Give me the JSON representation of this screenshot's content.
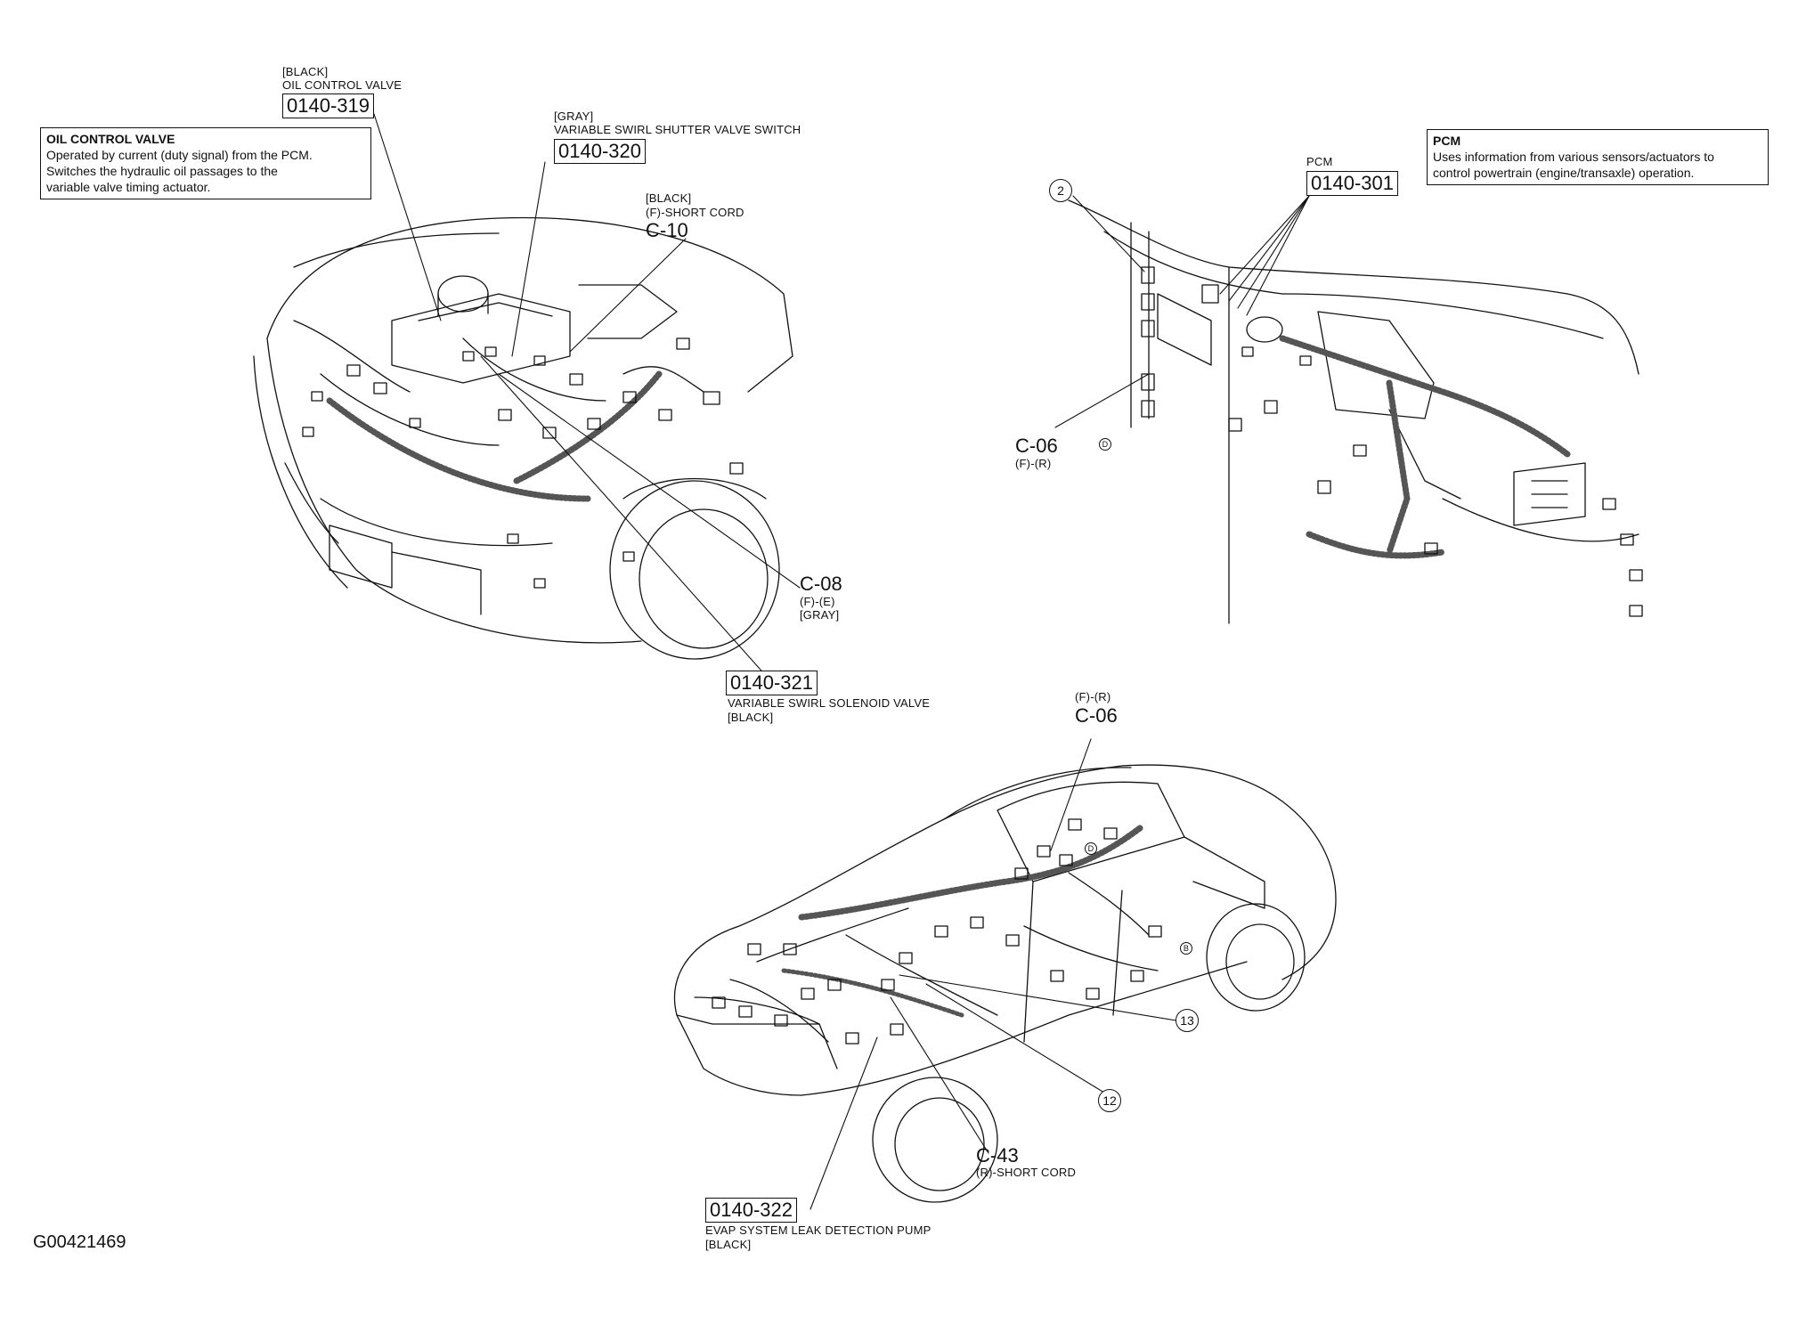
{
  "callouts": {
    "oil_control_valve": {
      "color": "[BLACK]",
      "name": "OIL CONTROL VALVE",
      "code": "0140-319"
    },
    "swirl_switch": {
      "color": "[GRAY]",
      "name": "VARIABLE SWIRL SHUTTER VALVE SWITCH",
      "code": "0140-320"
    },
    "c10": {
      "color": "[BLACK]",
      "sub": "(F)-SHORT CORD",
      "code": "C-10"
    },
    "pcm": {
      "name": "PCM",
      "code": "0140-301"
    },
    "c06_front": {
      "code": "C-06",
      "sub": "(F)-(R)"
    },
    "c08": {
      "code": "C-08",
      "sub": "(F)-(E)",
      "color": "[GRAY]"
    },
    "swirl_solenoid": {
      "code": "0140-321",
      "name": "VARIABLE SWIRL SOLENOID VALVE",
      "color": "[BLACK]"
    },
    "c06_rear": {
      "sub": "(F)-(R)",
      "code": "C-06"
    },
    "c43": {
      "code": "C-43",
      "sub": "(R)-SHORT CORD"
    },
    "evap": {
      "code": "0140-322",
      "name": "EVAP SYSTEM LEAK DETECTION PUMP",
      "color": "[BLACK]"
    }
  },
  "notes": {
    "ocv": {
      "title": "OIL CONTROL VALVE",
      "lines": [
        "Operated by current (duty signal) from the PCM.",
        "Switches the hydraulic oil passages  to the",
        "variable valve timing actuator."
      ]
    },
    "pcm": {
      "title": "PCM",
      "lines": [
        "Uses information from various sensors/actuators to",
        "control powertrain (engine/transaxle) operation."
      ]
    }
  },
  "markers": {
    "m2": "2",
    "m12": "12",
    "m13": "13",
    "d1": "D",
    "d2": "D",
    "b1": "B"
  },
  "figure_id": "G00421469"
}
